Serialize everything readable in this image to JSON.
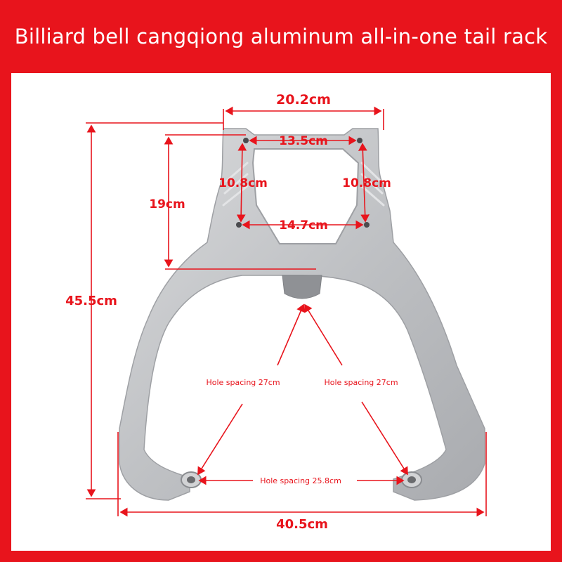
{
  "title": "Billiard bell cangqiong aluminum all-in-one tail rack",
  "colors": {
    "background": "#e8141c",
    "panel": "#ffffff",
    "annotation": "#e8141c",
    "rack": "#c4c6c9"
  },
  "dimensions": {
    "top_width": "20.2cm",
    "upper_hole_spacing": "13.5cm",
    "left_hole_height": "10.8cm",
    "right_hole_height": "10.8cm",
    "lower_hole_spacing": "14.7cm",
    "plate_height": "19cm",
    "total_height": "45.5cm",
    "total_width": "40.5cm"
  },
  "notes": {
    "left_hole_spacing": "Hole spacing 27cm",
    "right_hole_spacing": "Hole spacing 27cm",
    "bottom_hole_spacing": "Hole spacing 25.8cm"
  }
}
